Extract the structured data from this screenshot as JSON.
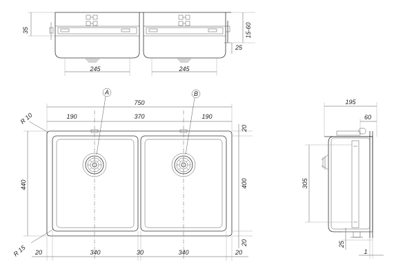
{
  "top_view": {
    "height_35": "35",
    "bowl_left_width": "245",
    "bowl_right_width": "245",
    "range_15_60": "15-60",
    "offset_25": "25"
  },
  "plan_view": {
    "overall_width": "750",
    "left_margin": "190",
    "center_spacing": "370",
    "right_margin": "190",
    "overall_height": "440",
    "inner_height": "400",
    "top_flange": "20",
    "bottom_flange": "20",
    "radius_10": "R 10",
    "radius_15": "R 15",
    "bottom_left": "20",
    "bowl_left": "340",
    "divider": "30",
    "bowl_right": "340",
    "bottom_right": "20",
    "callout_a": "A",
    "callout_b": "B"
  },
  "side_view": {
    "overall_depth": "195",
    "depth_60": "60",
    "height_305": "305",
    "offset_25": "25",
    "offset_1": "1"
  }
}
